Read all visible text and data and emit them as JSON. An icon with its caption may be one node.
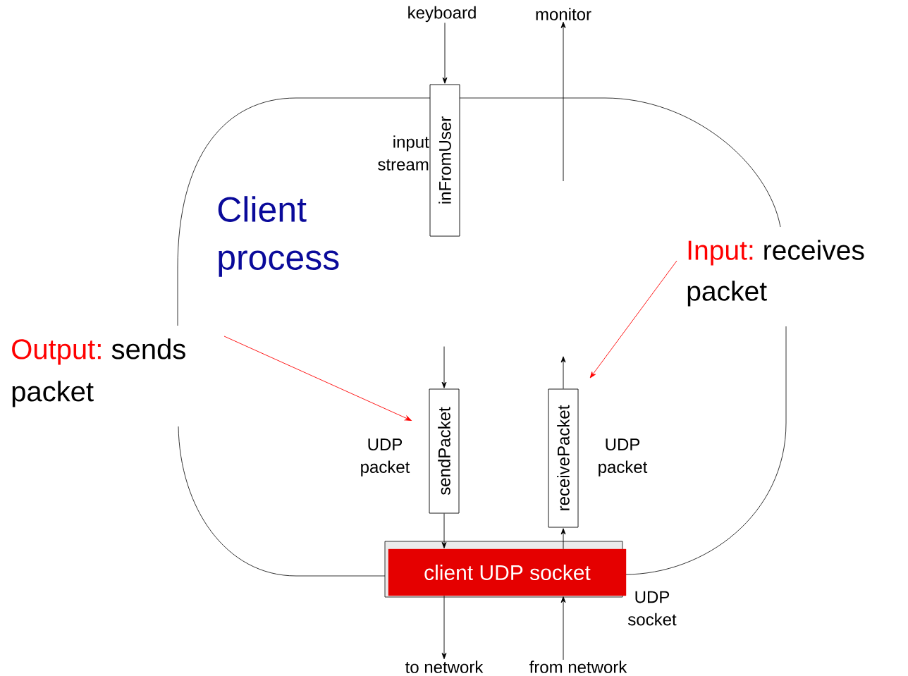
{
  "diagram": {
    "nodes": [
      {
        "text": [
          "keyboard"
        ]
      },
      {
        "text": [
          "monitor"
        ]
      },
      {
        "text": [
          "inFromUser"
        ],
        "beside": [
          "input stream"
        ]
      },
      {
        "text": [
          "sendPacket"
        ],
        "beside": [
          "UDP packet"
        ]
      },
      {
        "text": [
          "receivePacket"
        ],
        "beside": [
          "UDP packet"
        ]
      },
      {
        "text": [
          "client UDP socket"
        ],
        "beside": [
          "UDP socket"
        ]
      },
      {
        "text": [
          "to network"
        ]
      },
      {
        "text": [
          "from network"
        ]
      },
      {
        "text": [
          "Output:",
          "sends packet"
        ]
      },
      {
        "text": [
          "Input:",
          "receives packet"
        ]
      }
    ],
    "edges": [
      {
        "from": 0,
        "to": 2,
        "arrow": "to"
      },
      {
        "from": null,
        "to": 1,
        "arrow": "to"
      },
      {
        "from": null,
        "to": 3,
        "arrow": "to"
      },
      {
        "from": 3,
        "to": 5,
        "arrow": "to"
      },
      {
        "from": 5,
        "to": 4,
        "arrow": "to"
      },
      {
        "from": 4,
        "to": null,
        "arrow": "to"
      },
      {
        "from": 5,
        "to": 6,
        "arrow": "to"
      },
      {
        "from": 7,
        "to": 5,
        "arrow": "to"
      },
      {
        "from": 8,
        "to": 3,
        "arrow": "to",
        "color": "#ff0000"
      },
      {
        "from": 9,
        "to": 4,
        "arrow": "to",
        "color": "#ff0000"
      }
    ],
    "labels": [
      "Client process"
    ]
  }
}
